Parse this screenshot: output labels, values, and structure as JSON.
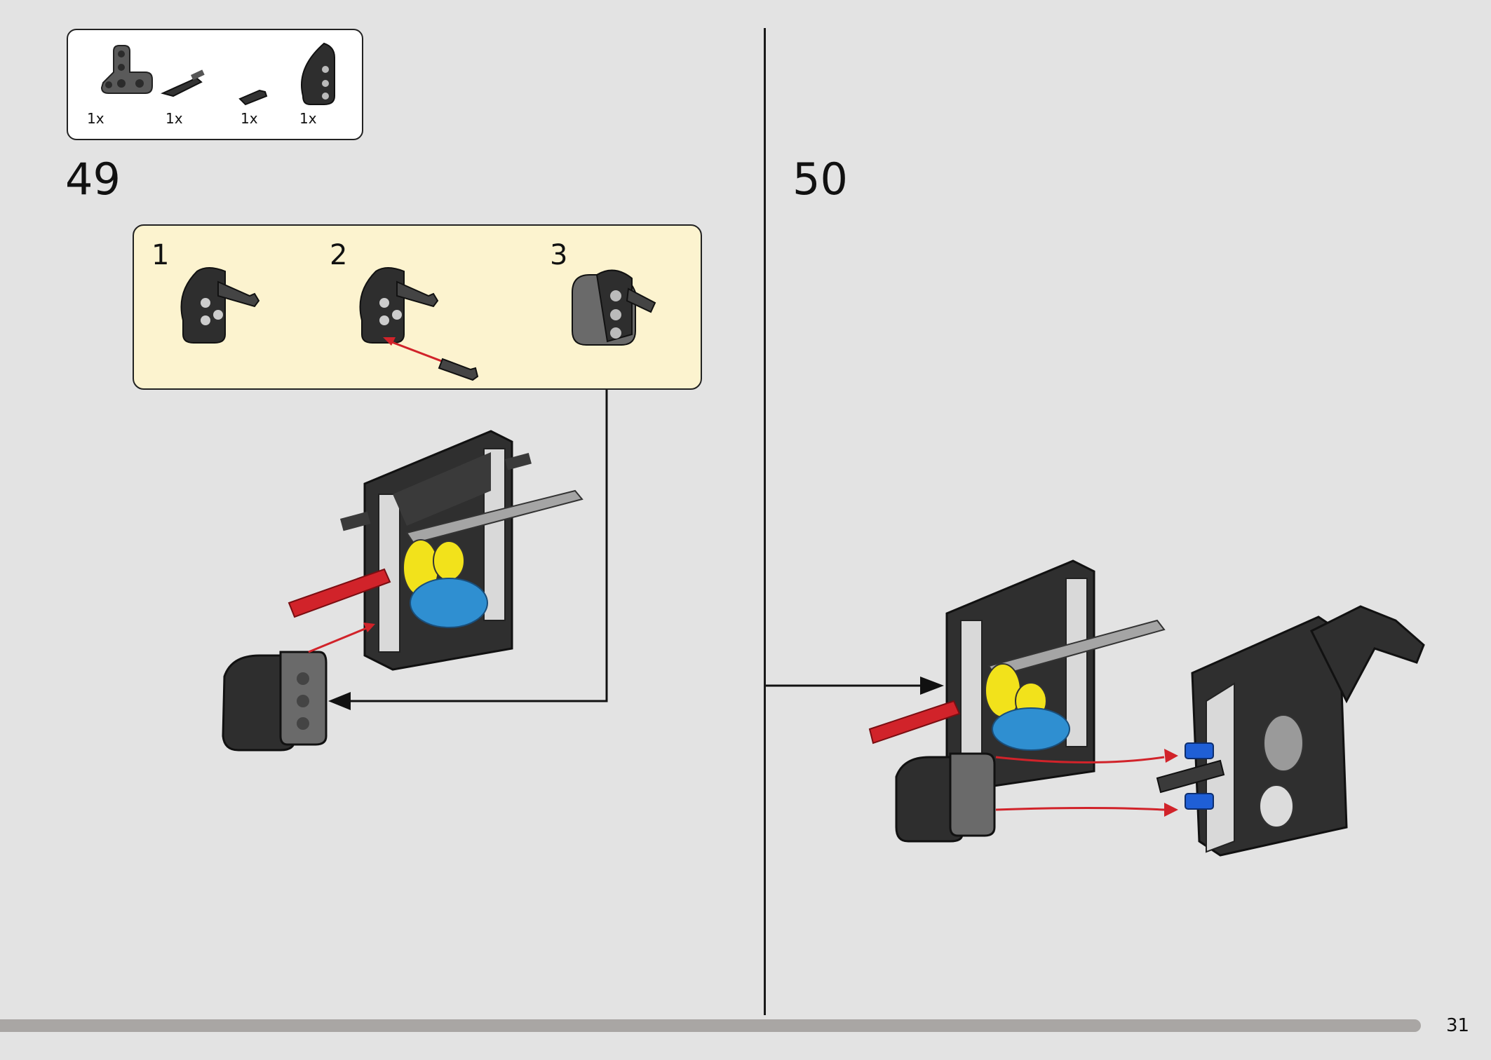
{
  "parts_list": {
    "quantities": [
      "1x",
      "1x",
      "1x",
      "1x"
    ],
    "icons": [
      "t-beam-icon",
      "axle-pin-icon",
      "connector-pin-icon",
      "curved-liftarm-icon"
    ]
  },
  "steps": [
    {
      "number": "49",
      "substeps": [
        {
          "number": "1"
        },
        {
          "number": "2"
        },
        {
          "number": "3"
        }
      ]
    },
    {
      "number": "50"
    }
  ],
  "page": {
    "number": "31"
  },
  "colors": {
    "background": "#e3e3e3",
    "callout_background": "#fcf3cf",
    "dark_brick": "#2f2f2f",
    "light_gray_brick": "#9a9a9a",
    "yellow_gear": "#f2e21b",
    "blue_gear": "#2f8fd1",
    "red_axle": "#d1232a",
    "blue_pin": "#1f5fd6",
    "progress_bar": "#a9a6a4"
  }
}
